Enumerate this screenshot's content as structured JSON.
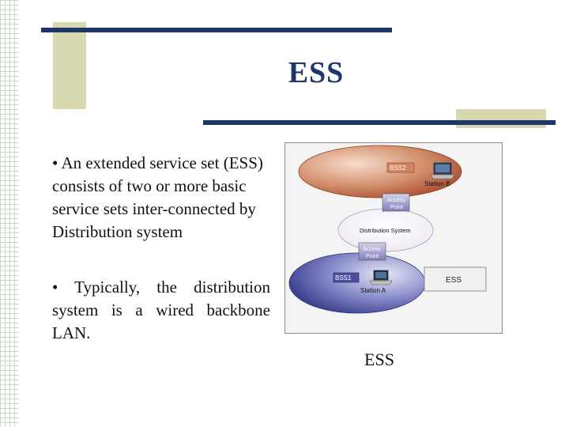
{
  "slide": {
    "title": "ESS",
    "bullets": [
      "• An extended service set (ESS) consists of two or more basic service sets inter-connected by Distribution system",
      "• Typically, the distribution system is a wired backbone LAN."
    ],
    "caption": "ESS"
  },
  "diagram": {
    "bss2": "BSS2",
    "station_b": "Station B",
    "access_point": [
      "Access",
      "Point"
    ],
    "distribution_system": "Distribution System",
    "bss1": "BSS1",
    "station_a": "Station A",
    "ess_box": "ESS"
  },
  "colors": {
    "title": "#1f3668",
    "bar": "#1f3668",
    "accent": "#d8d8b0",
    "bss2": "#b2583a",
    "bss1": "#3f4590"
  }
}
